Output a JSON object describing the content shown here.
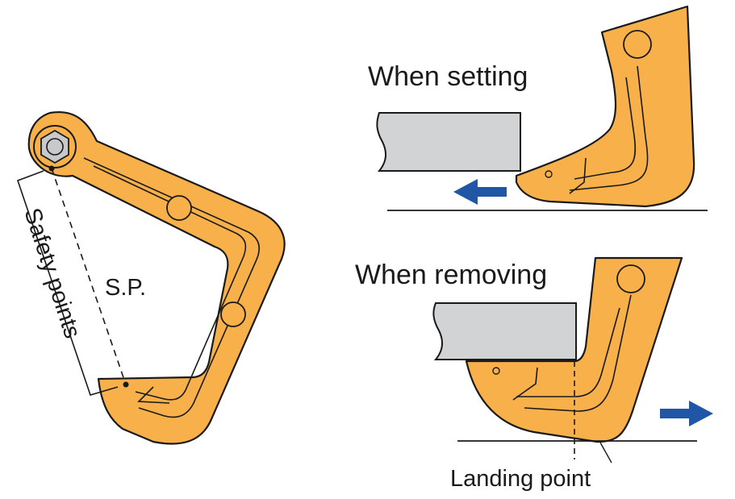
{
  "colors": {
    "clamp_fill": "#f7b04a",
    "clamp_stroke": "#1a1a1a",
    "plate_fill": "#d2d3d5",
    "arrow_fill": "#1f56a6",
    "bolt_fill": "#c8c9cb"
  },
  "labels": {
    "safety_points": "Safety points",
    "sp": "S.P.",
    "when_setting": "When setting",
    "when_removing": "When removing",
    "landing_point": "Landing point"
  },
  "icons": {
    "arrow_setting": "arrow-left-icon",
    "arrow_removing": "arrow-right-icon",
    "bolt": "hex-bolt-icon"
  }
}
